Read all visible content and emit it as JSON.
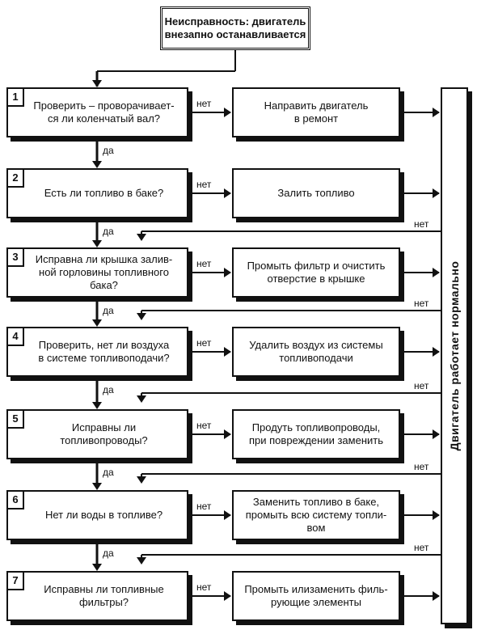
{
  "title": "Неисправность: двигатель\nвнезапно останавливается",
  "side_box": "Двигатель работает нормально",
  "yes_label": "да",
  "no_label": "нет",
  "checks": [
    {
      "num": "1",
      "question": "Проверить – проворачивает-\nся ли коленчатый вал?",
      "action": "Направить двигатель\nв ремонт"
    },
    {
      "num": "2",
      "question": "Есть ли топливо в баке?",
      "action": "Залить топливо"
    },
    {
      "num": "3",
      "question": "Исправна ли крышка залив-\nной горловины топливного\nбака?",
      "action": "Промыть фильтр и очистить\nотверстие в крышке"
    },
    {
      "num": "4",
      "question": "Проверить, нет ли воздуха\nв системе топливоподачи?",
      "action": "Удалить воздух из системы\nтопливоподачи"
    },
    {
      "num": "5",
      "question": "Исправны ли\nтопливопроводы?",
      "action": "Продуть топливопроводы,\nпри повреждении заменить"
    },
    {
      "num": "6",
      "question": "Нет ли воды в топливе?",
      "action": "Заменить топливо в баке,\nпромыть всю систему топли-\nвом"
    },
    {
      "num": "7",
      "question": "Исправны ли топливные\nфильтры?",
      "action": "Промыть илизаменить филь-\nрующие элементы"
    }
  ]
}
